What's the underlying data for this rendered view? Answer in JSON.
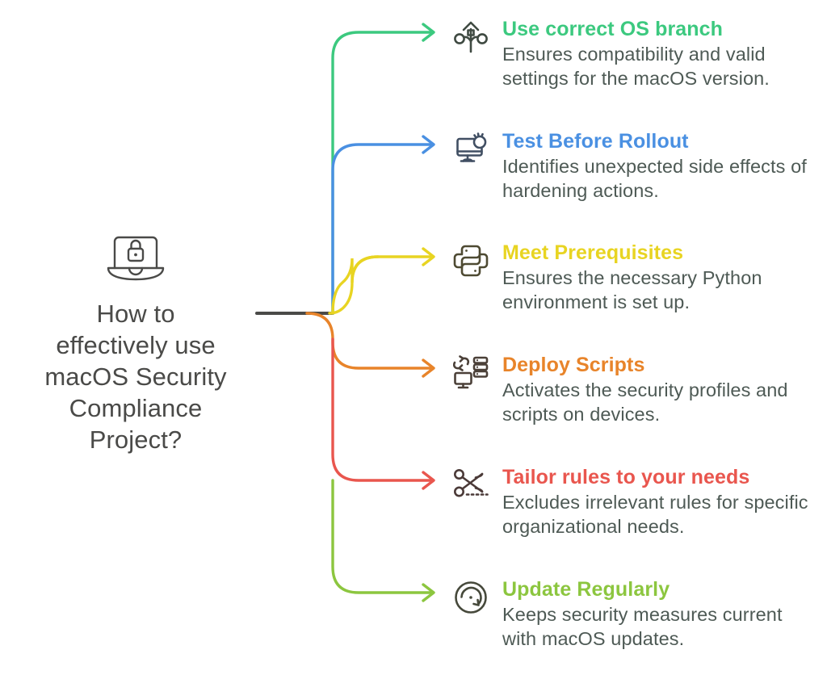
{
  "root": {
    "icon": "laptop-lock-icon",
    "title": "How to\neffectively use\nmacOS Security\nCompliance\nProject?",
    "title_color": "#4a4a48",
    "trunk_color": "#4a4a48"
  },
  "branches": [
    {
      "heading": "Use correct OS branch",
      "description": "Ensures compatibility and valid settings for the macOS version.",
      "color": "#3cc97f",
      "icon": "git-branch-icon",
      "icon_color": "#3f4a42"
    },
    {
      "heading": "Test Before Rollout",
      "description": "Identifies unexpected side effects of hardening actions.",
      "color": "#4a90e2",
      "icon": "monitor-test-icon",
      "icon_color": "#414f63"
    },
    {
      "heading": "Meet Prerequisites",
      "description": "Ensures the necessary Python environment is set up.",
      "color": "#e8d422",
      "icon": "python-icon",
      "icon_color": "#4e4a32"
    },
    {
      "heading": "Deploy Scripts",
      "description": "Activates the security profiles and scripts on devices.",
      "color": "#e8842a",
      "icon": "deploy-server-icon",
      "icon_color": "#4b4038"
    },
    {
      "heading": "Tailor rules to your needs",
      "description": "Excludes irrelevant rules for specific organizational needs.",
      "color": "#e9564e",
      "icon": "scissors-icon",
      "icon_color": "#4b3a38"
    },
    {
      "heading": "Update Regularly",
      "description": "Keeps security measures current with macOS updates.",
      "color": "#8cc63f",
      "icon": "refresh-clock-icon",
      "icon_color": "#46493b"
    }
  ]
}
